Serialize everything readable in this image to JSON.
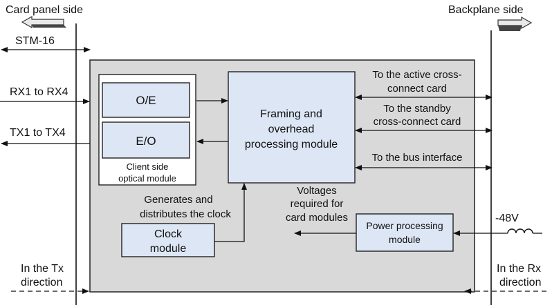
{
  "labels": {
    "card_panel_side": "Card panel side",
    "backplane_side": "Backplane side",
    "stm16": "STM-16",
    "rx_in": "RX1 to RX4",
    "tx_out": "TX1 to TX4",
    "to_active_1": "To the active cross-",
    "to_active_2": "connect card",
    "to_standby_1": "To the standby",
    "to_standby_2": "cross-connect card",
    "to_bus": "To the bus interface",
    "voltages_1": "Voltages",
    "voltages_2": "required for",
    "voltages_3": "card modules",
    "clock_note_1": "Generates and",
    "clock_note_2": "distributes the clock",
    "neg48v": "-48V",
    "tx_dir_1": "In the Tx",
    "tx_dir_2": "direction",
    "rx_dir_1": "In the Rx",
    "rx_dir_2": "direction"
  },
  "modules": {
    "oe": "O/E",
    "eo": "E/O",
    "optical_1": "Client side",
    "optical_2": "optical module",
    "framing_1": "Framing and",
    "framing_2": "overhead",
    "framing_3": "processing module",
    "clock_1": "Clock",
    "clock_2": "module",
    "power_1": "Power processing",
    "power_2": "module"
  },
  "colors": {
    "board": "#d9d9d9",
    "module": "#dde6f4",
    "line": "#111111"
  }
}
